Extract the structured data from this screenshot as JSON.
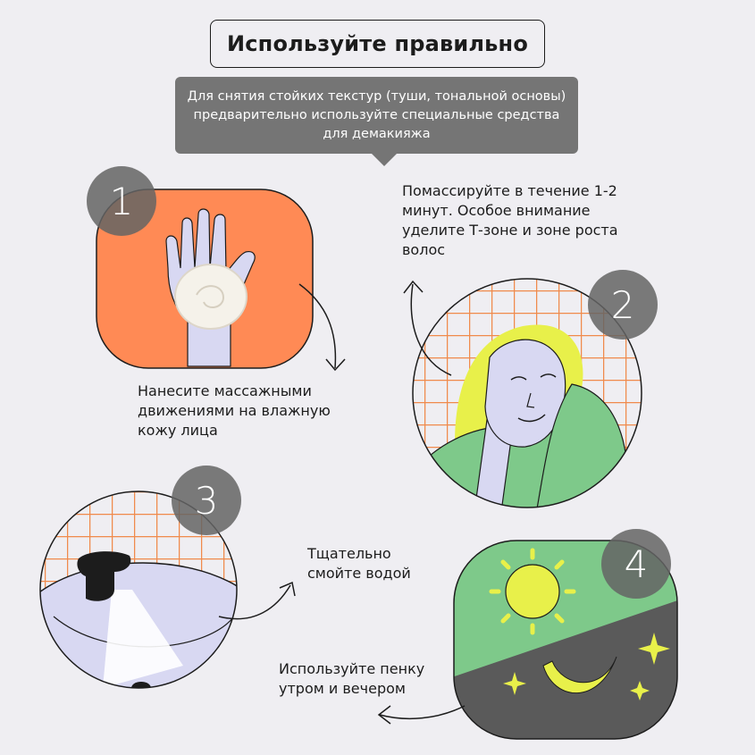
{
  "title": "Используйте правильно",
  "note": "Для снятия стойких текстур (туши, тональной основы) предварительно используйте специальные средства для демакияжа",
  "steps": [
    {
      "number": "1",
      "text": "Нанесите массажными движениями на влажную кожу лица"
    },
    {
      "number": "2",
      "text": "Помассируйте в течение 1-2 минут. Особое внимание уделите Т-зоне и зоне роста волос"
    },
    {
      "number": "3",
      "text": "Тщательно смойте водой"
    },
    {
      "number": "4",
      "text": "Используйте пенку утром и вечером"
    }
  ],
  "colors": {
    "background": "#efeef2",
    "orange": "#ff8a55",
    "green": "#7ec98a",
    "yellow": "#e8f04a",
    "lavender": "#d8d8f2",
    "dark": "#5a5a5a",
    "grid": "#f08a4b"
  }
}
